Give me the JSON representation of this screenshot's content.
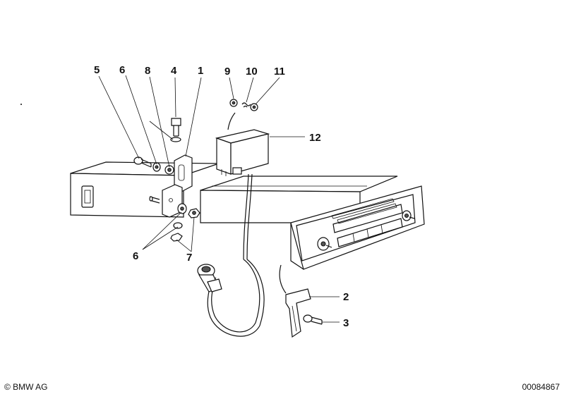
{
  "callouts": {
    "c1": "1",
    "c2": "2",
    "c3": "3",
    "c4": "4",
    "c5": "5",
    "c6a": "6",
    "c6b": "6",
    "c7": "7",
    "c8": "8",
    "c9": "9",
    "c10": "10",
    "c11": "11",
    "c12": "12"
  },
  "footer": {
    "copyright": "© BMW AG",
    "diagram_number": "00084867"
  },
  "colors": {
    "ink": "#111111",
    "background": "#ffffff"
  }
}
